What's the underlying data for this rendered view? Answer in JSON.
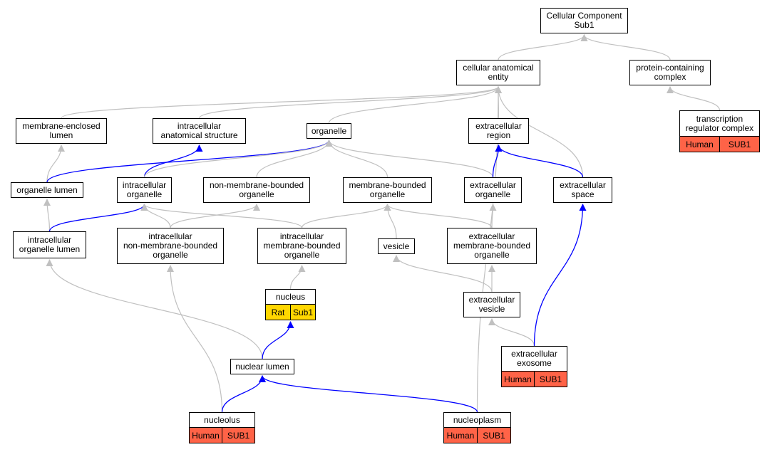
{
  "colors": {
    "is_a_edge": "#c0c0c0",
    "part_of_edge": "#0000ff",
    "human_tag": "#ff6347",
    "rat_tag": "#ffd700"
  },
  "nodes": {
    "cellular_component": "Cellular Component\nSub1",
    "cellular_anatomical_entity": "cellular anatomical\nentity",
    "protein_containing_complex": "protein-containing\ncomplex",
    "transcription_regulator_complex": "transcription\nregulator complex",
    "membrane_enclosed_lumen": "membrane-enclosed\nlumen",
    "intracellular_anatomical_structure": "intracellular\nanatomical structure",
    "organelle": "organelle",
    "extracellular_region": "extracellular\nregion",
    "organelle_lumen": "organelle lumen",
    "intracellular_organelle": "intracellular\norganelle",
    "non_membrane_bounded_organelle": "non-membrane-bounded\norganelle",
    "membrane_bounded_organelle": "membrane-bounded\norganelle",
    "extracellular_organelle": "extracellular\norganelle",
    "extracellular_space": "extracellular\nspace",
    "intracellular_organelle_lumen": "intracellular\norganelle lumen",
    "intracellular_non_membrane_bounded_organelle": "intracellular\nnon-membrane-bounded\norganelle",
    "intracellular_membrane_bounded_organelle": "intracellular\nmembrane-bounded\norganelle",
    "vesicle": "vesicle",
    "extracellular_membrane_bounded_organelle": "extracellular\nmembrane-bounded\norganelle",
    "nucleus": "nucleus",
    "extracellular_vesicle": "extracellular\nvesicle",
    "nuclear_lumen": "nuclear lumen",
    "extracellular_exosome": "extracellular\nexosome",
    "nucleolus": "nucleolus",
    "nucleoplasm": "nucleoplasm"
  },
  "tags": {
    "transcription_regulator_complex": [
      "Human",
      "SUB1"
    ],
    "nucleus": [
      "Rat",
      "Sub1"
    ],
    "extracellular_exosome": [
      "Human",
      "SUB1"
    ],
    "nucleolus": [
      "Human",
      "SUB1"
    ],
    "nucleoplasm": [
      "Human",
      "SUB1"
    ]
  },
  "edges": [
    {
      "from": "cellular_anatomical_entity",
      "to": "cellular_component",
      "kind": "is_a"
    },
    {
      "from": "protein_containing_complex",
      "to": "cellular_component",
      "kind": "is_a"
    },
    {
      "from": "transcription_regulator_complex",
      "to": "protein_containing_complex",
      "kind": "is_a"
    },
    {
      "from": "membrane_enclosed_lumen",
      "to": "cellular_anatomical_entity",
      "kind": "is_a"
    },
    {
      "from": "intracellular_anatomical_structure",
      "to": "cellular_anatomical_entity",
      "kind": "is_a"
    },
    {
      "from": "organelle",
      "to": "cellular_anatomical_entity",
      "kind": "is_a"
    },
    {
      "from": "extracellular_region",
      "to": "cellular_anatomical_entity",
      "kind": "is_a"
    },
    {
      "from": "extracellular_space",
      "to": "cellular_anatomical_entity",
      "kind": "is_a"
    },
    {
      "from": "nucleoplasm",
      "to": "cellular_anatomical_entity",
      "kind": "is_a"
    },
    {
      "from": "organelle_lumen",
      "to": "membrane_enclosed_lumen",
      "kind": "is_a"
    },
    {
      "from": "organelle_lumen",
      "to": "organelle",
      "kind": "part_of"
    },
    {
      "from": "intracellular_organelle",
      "to": "intracellular_anatomical_structure",
      "kind": "part_of"
    },
    {
      "from": "intracellular_organelle",
      "to": "organelle",
      "kind": "is_a"
    },
    {
      "from": "non_membrane_bounded_organelle",
      "to": "organelle",
      "kind": "is_a"
    },
    {
      "from": "membrane_bounded_organelle",
      "to": "organelle",
      "kind": "is_a"
    },
    {
      "from": "extracellular_organelle",
      "to": "organelle",
      "kind": "is_a"
    },
    {
      "from": "extracellular_organelle",
      "to": "extracellular_region",
      "kind": "part_of"
    },
    {
      "from": "extracellular_space",
      "to": "extracellular_region",
      "kind": "part_of"
    },
    {
      "from": "intracellular_organelle_lumen",
      "to": "organelle_lumen",
      "kind": "is_a"
    },
    {
      "from": "intracellular_organelle_lumen",
      "to": "intracellular_organelle",
      "kind": "part_of"
    },
    {
      "from": "intracellular_non_membrane_bounded_organelle",
      "to": "intracellular_organelle",
      "kind": "is_a"
    },
    {
      "from": "intracellular_non_membrane_bounded_organelle",
      "to": "non_membrane_bounded_organelle",
      "kind": "is_a"
    },
    {
      "from": "intracellular_membrane_bounded_organelle",
      "to": "intracellular_organelle",
      "kind": "is_a"
    },
    {
      "from": "intracellular_membrane_bounded_organelle",
      "to": "membrane_bounded_organelle",
      "kind": "is_a"
    },
    {
      "from": "vesicle",
      "to": "membrane_bounded_organelle",
      "kind": "is_a"
    },
    {
      "from": "extracellular_membrane_bounded_organelle",
      "to": "membrane_bounded_organelle",
      "kind": "is_a"
    },
    {
      "from": "extracellular_membrane_bounded_organelle",
      "to": "extracellular_organelle",
      "kind": "is_a"
    },
    {
      "from": "nucleus",
      "to": "intracellular_membrane_bounded_organelle",
      "kind": "is_a"
    },
    {
      "from": "extracellular_vesicle",
      "to": "vesicle",
      "kind": "is_a"
    },
    {
      "from": "extracellular_vesicle",
      "to": "extracellular_membrane_bounded_organelle",
      "kind": "is_a"
    },
    {
      "from": "nuclear_lumen",
      "to": "intracellular_organelle_lumen",
      "kind": "is_a"
    },
    {
      "from": "nuclear_lumen",
      "to": "nucleus",
      "kind": "part_of"
    },
    {
      "from": "extracellular_exosome",
      "to": "extracellular_vesicle",
      "kind": "is_a"
    },
    {
      "from": "extracellular_exosome",
      "to": "extracellular_space",
      "kind": "part_of"
    },
    {
      "from": "nucleolus",
      "to": "intracellular_non_membrane_bounded_organelle",
      "kind": "is_a"
    },
    {
      "from": "nucleolus",
      "to": "nuclear_lumen",
      "kind": "part_of"
    },
    {
      "from": "nucleoplasm",
      "to": "nuclear_lumen",
      "kind": "part_of"
    }
  ]
}
